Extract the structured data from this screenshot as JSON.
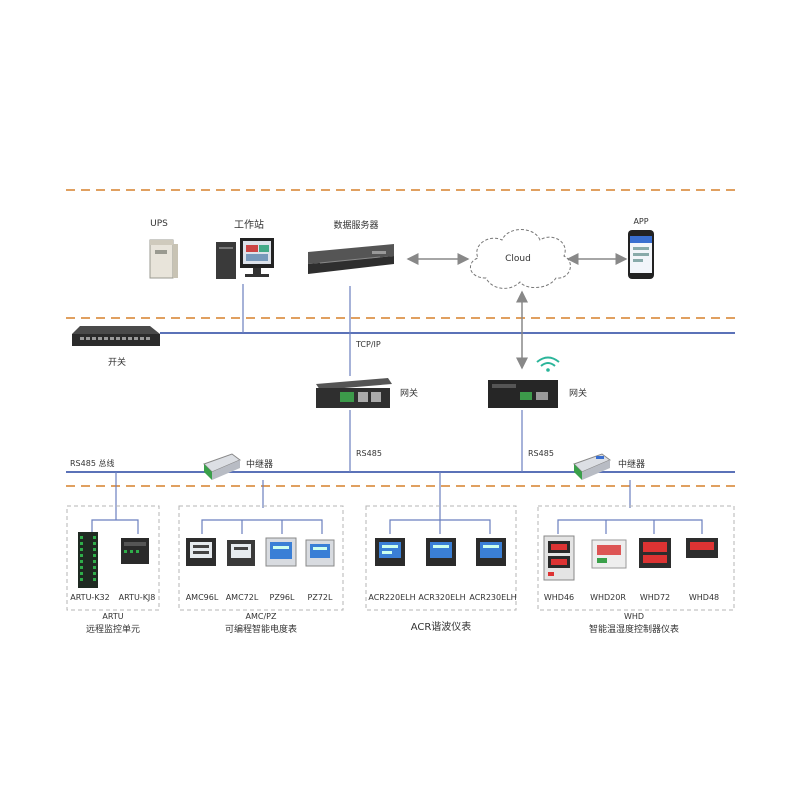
{
  "colors": {
    "dashed_separator": "#e0a060",
    "bus_line": "#5b72b8",
    "link_line": "#6a7fbf",
    "group_border": "#b5b5b5"
  },
  "top_tier": {
    "ups": {
      "label": "UPS",
      "icon": "ups-icon"
    },
    "workstation": {
      "label": "工作站",
      "icon": "workstation-icon"
    },
    "server": {
      "label": "数据服务器",
      "icon": "server-icon"
    },
    "cloud": {
      "label": "Cloud",
      "icon": "cloud-icon"
    },
    "app": {
      "label": "APP",
      "icon": "smartphone-icon"
    }
  },
  "network_tier": {
    "switch": {
      "label": "开关",
      "icon": "network-switch-icon"
    },
    "tcpip_label": "TCP/IP",
    "gateway_wired": {
      "label": "网关",
      "icon": "gateway-icon"
    },
    "gateway_wireless": {
      "label": "网关",
      "icon": "wireless-gateway-icon"
    }
  },
  "field_tier": {
    "rs485_bus_label": "RS485 总线",
    "rs485_left": "RS485",
    "rs485_right": "RS485",
    "repeater_left": "中继器",
    "repeater_right": "中继器"
  },
  "groups": [
    {
      "devices": [
        "ARTU-K32",
        "ARTU-KJ8"
      ],
      "title_line1": "ARTU",
      "title_line2": "远程监控单元"
    },
    {
      "devices": [
        "AMC96L",
        "AMC72L",
        "PZ96L",
        "PZ72L"
      ],
      "title_line1": "AMC/PZ",
      "title_line2": "可编程智能电度表"
    },
    {
      "devices": [
        "ACR220ELH",
        "ACR320ELH",
        "ACR230ELH"
      ],
      "title_line1": "",
      "title_line2": "ACR谐波仪表"
    },
    {
      "devices": [
        "WHD46",
        "WHD20R",
        "WHD72",
        "WHD48"
      ],
      "title_line1": "WHD",
      "title_line2": "智能温湿度控制器仪表"
    }
  ]
}
